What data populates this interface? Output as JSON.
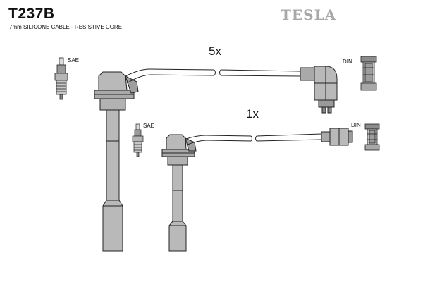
{
  "header": {
    "product_code": "T237B",
    "cable_spec": "7mm SILICONE CABLE - RESISTIVE CORE",
    "brand": "TESLA"
  },
  "wires": [
    {
      "quantity": "5x",
      "spark_plug_standard": "SAE",
      "coil_end_standard": "DIN"
    },
    {
      "quantity": "1x",
      "spark_plug_standard": "SAE",
      "coil_end_standard": "DIN"
    }
  ],
  "colors": {
    "part_fill": "#b9b9b9",
    "part_dark": "#8a8a8a",
    "outline": "#222222",
    "logo": "#a8a8a8"
  }
}
